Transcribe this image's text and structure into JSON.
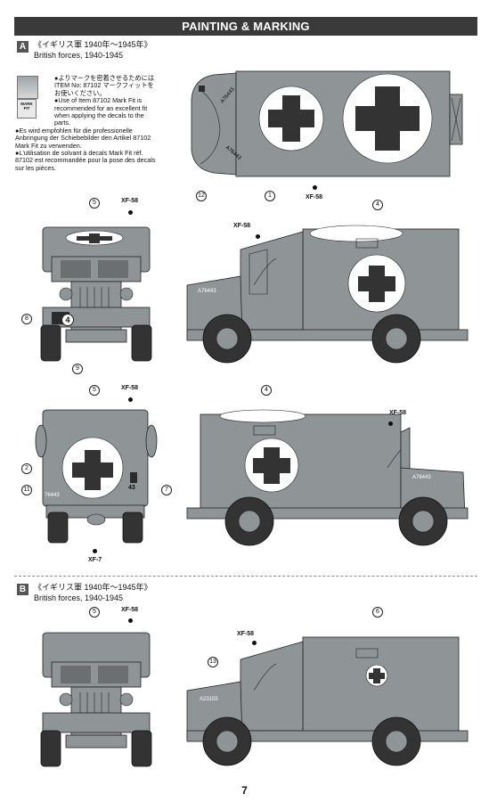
{
  "header": {
    "title": "PAINTING & MARKING"
  },
  "section_a": {
    "badge": "A",
    "title_jp": "《イギリス軍 1940年〜1945年》",
    "title_en": "British forces, 1940-1945"
  },
  "section_b": {
    "badge": "B",
    "title_jp": "《イギリス軍 1940年〜1945年》",
    "title_en": "British forces, 1940-1945"
  },
  "markfit_tile": "MARK FIT",
  "notes": {
    "jp": "●よりマークを密着させるためにはITEM No: 87102 マークフィットをお使いください。",
    "en": "●Use of Item 87102 Mark Fit is recommended for an excellent fit when applying the decals to the parts.",
    "de": "●Es wird empfohlen für die professionelle Anbringung der Schiebebilder den Artikel 87102 Mark Fit zu verwenden.",
    "fr": "●L'utilisation de solvant à decals Mark Fit réf. 87102 est recommandée pour la pose des decals sur les pièces."
  },
  "callouts": {
    "c1": "1",
    "c2": "2",
    "c4": "4",
    "c5": "5",
    "c6": "6",
    "c7": "7",
    "c8": "8",
    "c9": "9",
    "c11": "11",
    "c12": "12",
    "c13": "13"
  },
  "paint": {
    "xf58": "XF-58",
    "xf7": "XF-7"
  },
  "vehicle_text": {
    "plate_front": "4",
    "reg_a_side": "A76443",
    "reg_a_rear": "76443",
    "rear_tag": "43",
    "reg_b_side": "A23155"
  },
  "page": {
    "number": "7"
  }
}
